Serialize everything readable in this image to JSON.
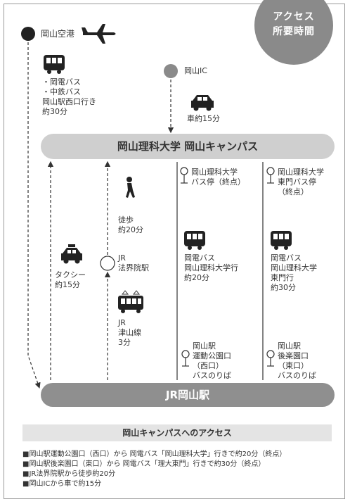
{
  "badge": {
    "line1": "アクセス",
    "line2": "所要時間"
  },
  "airport": {
    "label": "岡山空港"
  },
  "airport_bus": {
    "lines": "・岡電バス\n・中鉄バス\n岡山駅西口行き\n約30分"
  },
  "ic": {
    "label": "岡山IC"
  },
  "car": {
    "label": "車約15分"
  },
  "campus_bar": "岡山理科大学 岡山キャンパス",
  "walk": {
    "label": "徒歩\n約20分"
  },
  "jr_houkaiin": {
    "label": "JR\n法界院駅"
  },
  "train": {
    "label": "JR\n津山線\n3分"
  },
  "taxi": {
    "label": "タクシー\n約15分"
  },
  "stop_terminal1": {
    "label": "岡山理科大学\nバス停（終点）"
  },
  "stop_terminal2": {
    "label": "岡山理科大学\n東門バス停\n（終点）"
  },
  "bus_route1": {
    "label": "岡電バス\n岡山理科大学行\n約20分"
  },
  "bus_route2": {
    "label": "岡電バス\n岡山理科大学\n東門行\n約30分"
  },
  "boarding_west": {
    "label": "岡山駅\n運動公園口\n（西口）\nバスのりば"
  },
  "boarding_east": {
    "label": "岡山駅\n後楽園口\n（東口）\nバスのりば"
  },
  "station_bar": "JR岡山駅",
  "summary": {
    "title": "岡山キャンパスへのアクセス",
    "items": [
      "■岡山駅運動公園口（西口）から 岡電バス「岡山理科大学」行きで約20分（終点）",
      "■岡山駅後楽園口（東口）から 岡電バス「理大東門」行きで約30分（終点）",
      "■JR法界院駅から徒歩約20分",
      "■岡山ICから車で約15分"
    ]
  },
  "colors": {
    "dark": "#333333",
    "mid": "#8f8f8f",
    "light": "#cfcfcf",
    "band": "#e4e4e4"
  }
}
